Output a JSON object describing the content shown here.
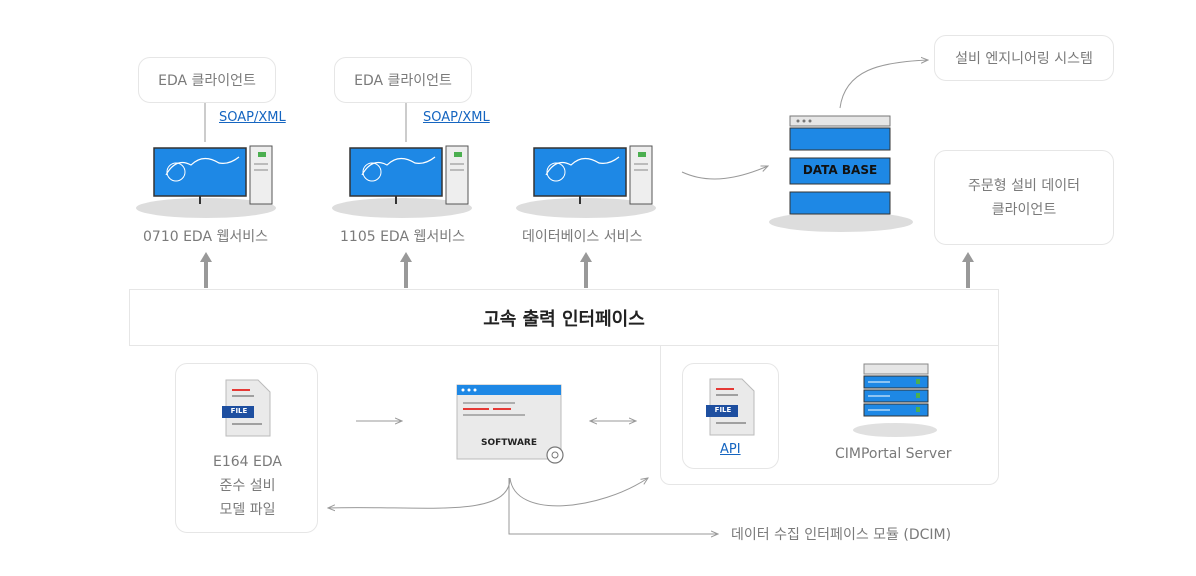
{
  "clients": {
    "client1": "EDA 클라이언트",
    "client2": "EDA 클라이언트"
  },
  "links": {
    "soap1": "SOAP/XML",
    "soap2": "SOAP/XML",
    "api": "API"
  },
  "servers": {
    "server1": "0710 EDA 웹서비스",
    "server2": "1105 EDA 웹서비스",
    "server3": "데이터베이스 서비스"
  },
  "database": {
    "label": "DATA BASE"
  },
  "right": {
    "equipment_system": "설비 엔지니어링 시스템",
    "order_line1": "주문형 설비 데이터",
    "order_line2": "클라이언트"
  },
  "interface_bar": "고속 출력 인터페이스",
  "file_box": {
    "file_tag": "FILE",
    "line1": "E164 EDA",
    "line2": "준수 설비",
    "line3": "모델 파일"
  },
  "software": {
    "label": "SOFTWARE"
  },
  "cim": {
    "file_tag": "FILE",
    "server_label": "CIMPortal Server"
  },
  "dcim": "데이터 수집 인터페이스 모듈 (DCIM)"
}
